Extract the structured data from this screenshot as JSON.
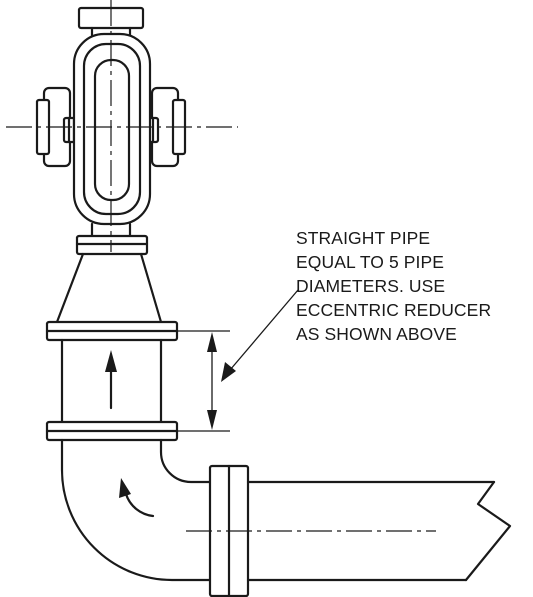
{
  "note": {
    "lines": [
      "STRAIGHT PIPE",
      "EQUAL TO 5 PIPE",
      "DIAMETERS. USE",
      "ECCENTRIC REDUCER",
      "AS SHOWN ABOVE"
    ]
  },
  "colors": {
    "line": "#1a1a1a",
    "background": "#ffffff"
  }
}
